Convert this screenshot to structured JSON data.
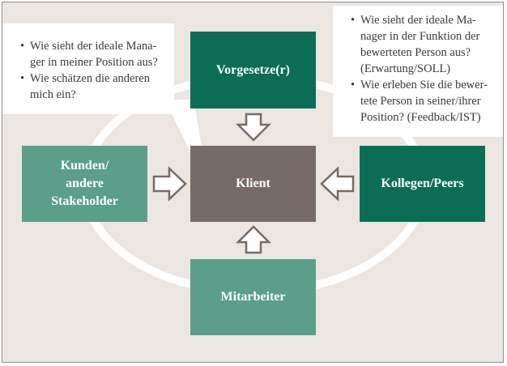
{
  "diagram": {
    "center_label": "Klient",
    "top_label": "Vorgesetze(r)",
    "left_label_lines": [
      "Kunden/",
      "andere",
      "Stakeholder"
    ],
    "right_label": "Kollegen/Peers",
    "bottom_label": "Mitarbeiter"
  },
  "callout_left": {
    "items": [
      "Wie sieht der ideale Mana-ger in meiner Position aus?",
      "Wie schätzen die anderen mich ein?"
    ],
    "lines": [
      [
        "Wie sieht der ideale Mana-",
        "ger in meiner Position aus?"
      ],
      [
        "Wie schätzen die anderen",
        "mich ein?"
      ]
    ]
  },
  "callout_right": {
    "lines": [
      [
        "Wie sieht der ideale Ma-",
        "nager in der Funktion der",
        "bewerteten Person aus?",
        "(Erwartung/SOLL)"
      ],
      [
        "Wie erleben Sie die bewer-",
        "tete Person in seiner/ihrer",
        "Position? (Feedback/IST)"
      ]
    ]
  },
  "colors": {
    "background": "#ece6e3",
    "dark_green": "#0b6e54",
    "light_green": "#5b9e8a",
    "center_brown": "#776b67",
    "ring": "#ffffff"
  }
}
